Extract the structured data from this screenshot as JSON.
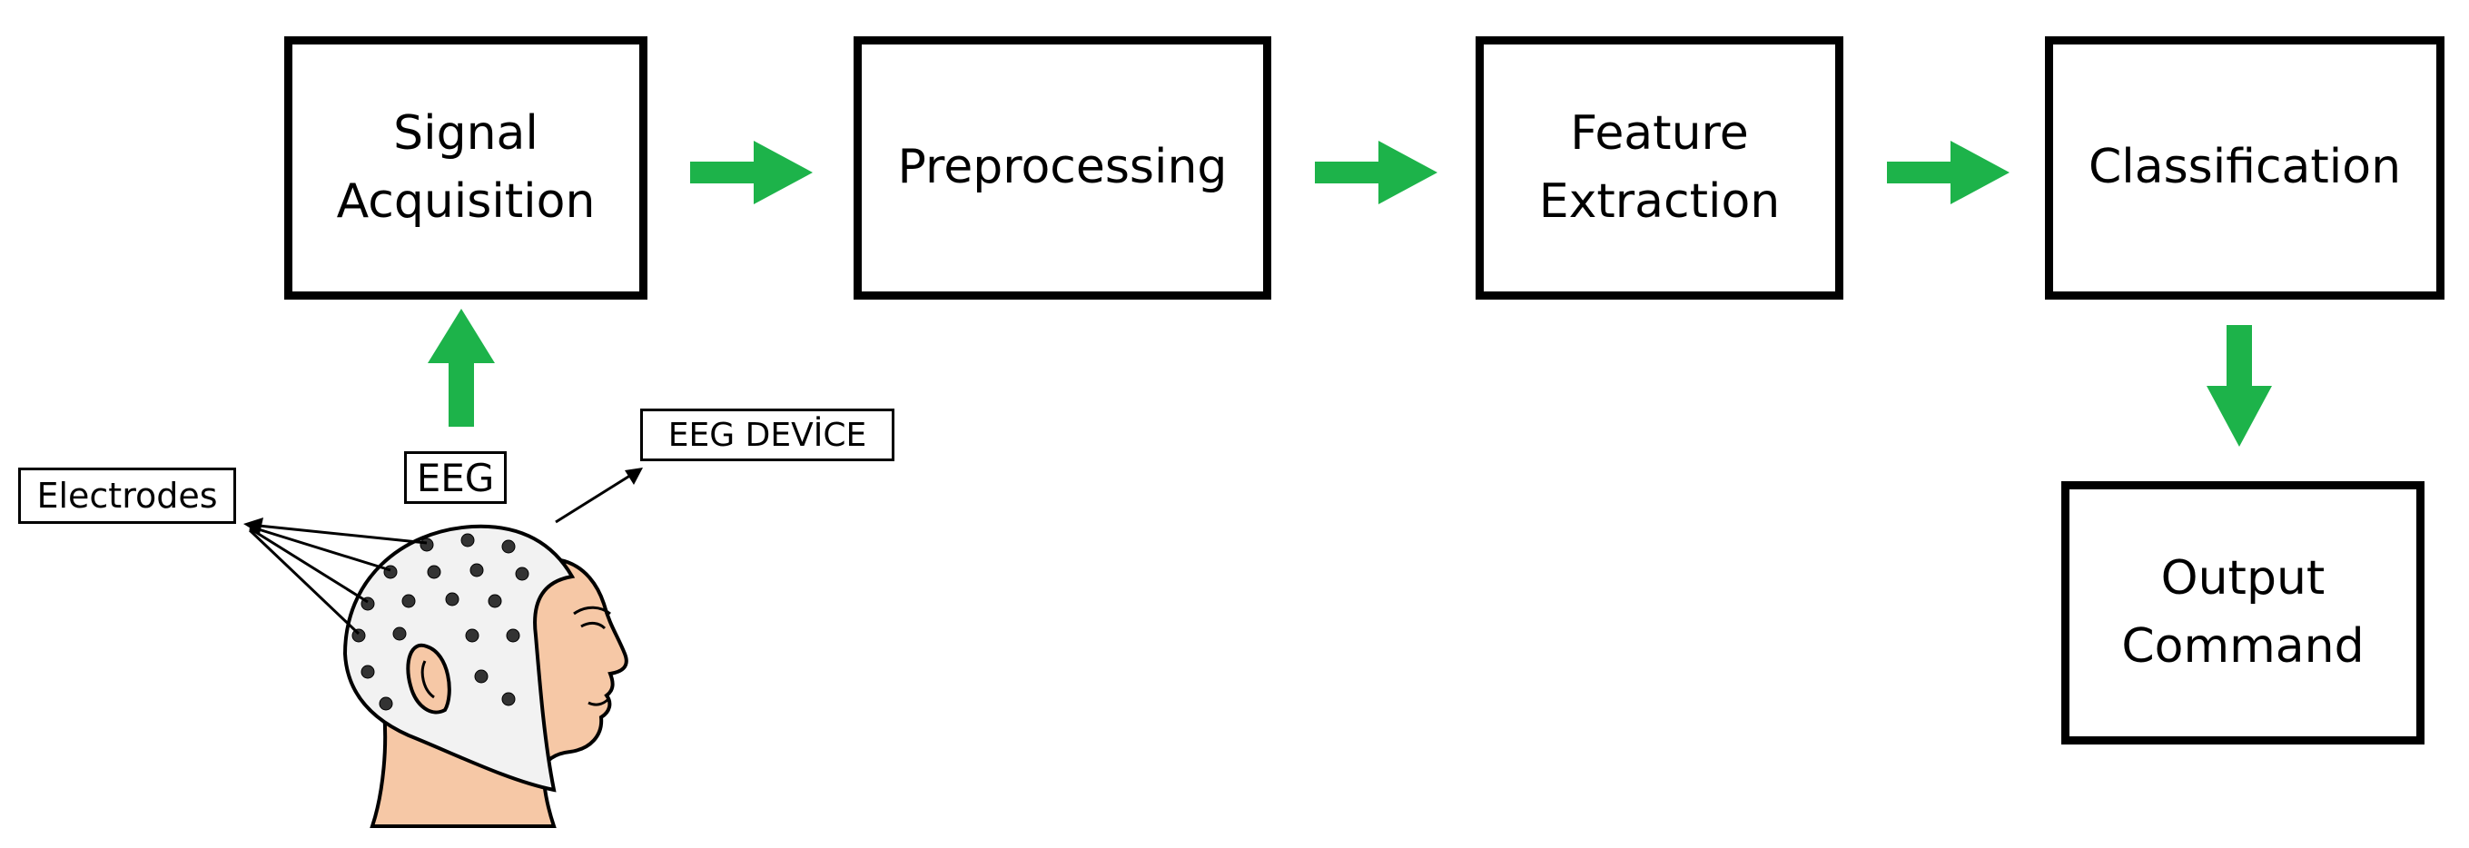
{
  "process": {
    "signal_acquisition": [
      "Signal",
      "Acquisition"
    ],
    "preprocessing": [
      "Preprocessing"
    ],
    "feature_extraction": [
      "Feature",
      "Extraction"
    ],
    "classification": [
      "Classification"
    ],
    "output_command": [
      "Output",
      "Command"
    ]
  },
  "labels": {
    "electrodes": "Electrodes",
    "eeg": "EEG",
    "eeg_device": "EEG DEVİCE"
  },
  "colors": {
    "arrow": "#1db34a",
    "border": "#000000",
    "skin": "#f6c8a6",
    "cap": "#f2f2f2"
  }
}
